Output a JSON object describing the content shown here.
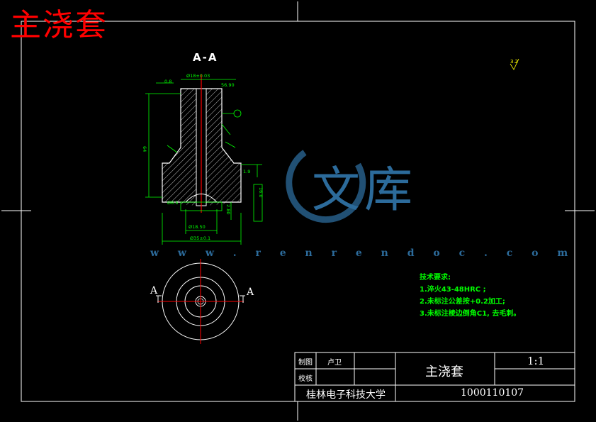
{
  "drawing": {
    "title_red": "主浇套",
    "section_label": "A-A",
    "section_arrow_left": "A",
    "section_arrow_right": "A",
    "roughness": "3.2"
  },
  "watermark": {
    "text": "文库",
    "url": "w w w . r e n r e n d o c . c o m"
  },
  "dimensions": {
    "d_top": "Ø18±0.03",
    "d_top_right": "56.90",
    "height": "64",
    "flange": "Ø35",
    "bottom_a": "Ø8.5",
    "bottom_b": "Ø18.50",
    "bottom_total": "Ø35±0.1",
    "side_a": "2.80",
    "side_b": "1.9",
    "side_c": "16.0",
    "top_left": "0.8"
  },
  "tech_requirements": {
    "title": "技术要求:",
    "items": [
      "1.淬火43-48HRC ;",
      "2.未标注公差按+0.2加工;",
      "3.未标注棱边倒角C1, 去毛刺。"
    ]
  },
  "title_block": {
    "drawn_label": "制图",
    "drawn_value": "卢卫",
    "check_label": "校核",
    "part_name": "主浇套",
    "scale": "1:1",
    "school": "桂林电子科技大学",
    "number": "1000110107"
  },
  "colors": {
    "background": "#000000",
    "lines": "#ffffff",
    "hatch": "#ff0000",
    "dimensions": "#00ff00",
    "title_red": "#ff0000",
    "watermark": "#2c6b9b"
  }
}
